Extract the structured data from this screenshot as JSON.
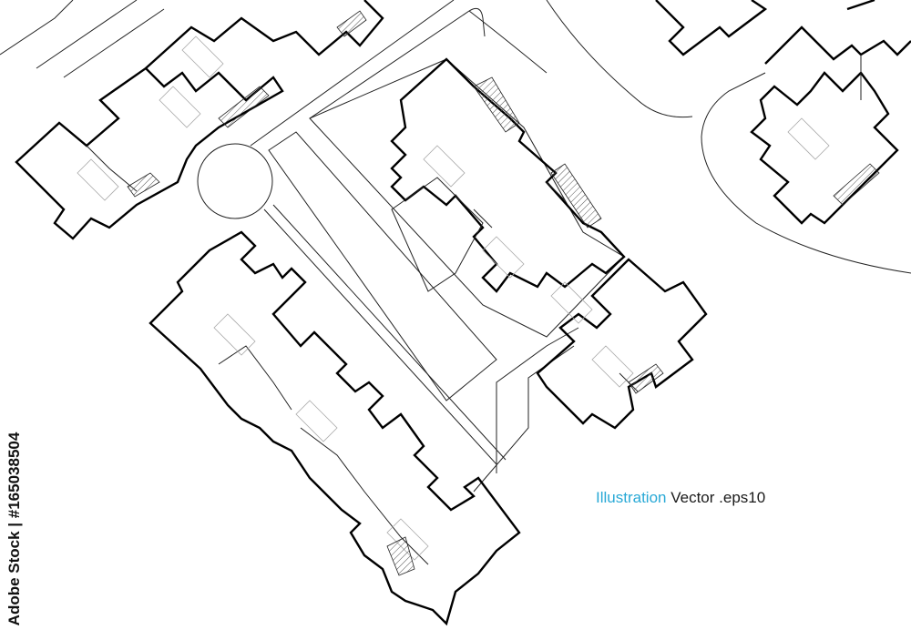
{
  "caption": {
    "accent_word": "Illustration",
    "rest": "Vector .eps10",
    "accent_color": "#29a9d6"
  },
  "stock_id": "Adobe Stock | #165038504",
  "colors": {
    "background": "#ffffff",
    "linework": "#000000",
    "hatch": "#555555"
  }
}
